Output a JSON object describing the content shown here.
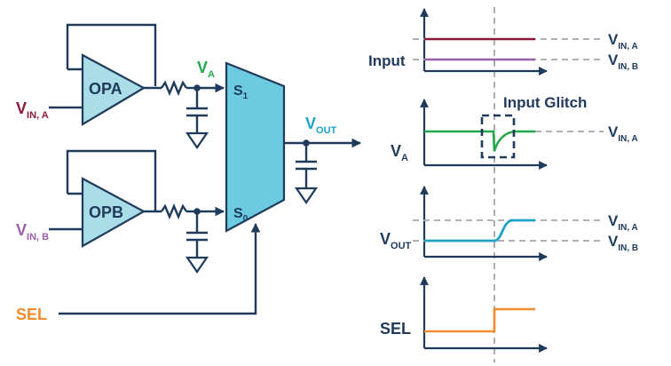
{
  "circuit": {
    "opa_label": "OPA",
    "opb_label": "OPB",
    "vin_a": {
      "main": "V",
      "sub": "IN, A"
    },
    "vin_b": {
      "main": "V",
      "sub": "IN, B"
    },
    "va": {
      "main": "V",
      "sub": "A"
    },
    "s1": {
      "main": "S",
      "sub": "1"
    },
    "s0": {
      "main": "S",
      "sub": "0"
    },
    "vout": {
      "main": "V",
      "sub": "OUT"
    },
    "sel": "SEL"
  },
  "waveforms": {
    "input": {
      "label": "Input"
    },
    "va": {
      "label_main": "V",
      "label_sub": "A"
    },
    "vout": {
      "label_main": "V",
      "label_sub": "OUT"
    },
    "sel": {
      "label": "SEL"
    },
    "glitch_label": "Input Glitch",
    "ref_vin_a": {
      "main": "V",
      "sub": "IN, A"
    },
    "ref_vin_b": {
      "main": "V",
      "sub": "IN, B"
    }
  },
  "colors": {
    "navy": "#1f3a5a",
    "vin_a": "#8b1a3a",
    "vin_b": "#9a5fa8",
    "va": "#22a84a",
    "vout": "#1da3c8",
    "sel": "#f08c2a",
    "mux": "#6ccbe0",
    "amp": "#a9dde8",
    "dashed": "#a6a6a6"
  }
}
